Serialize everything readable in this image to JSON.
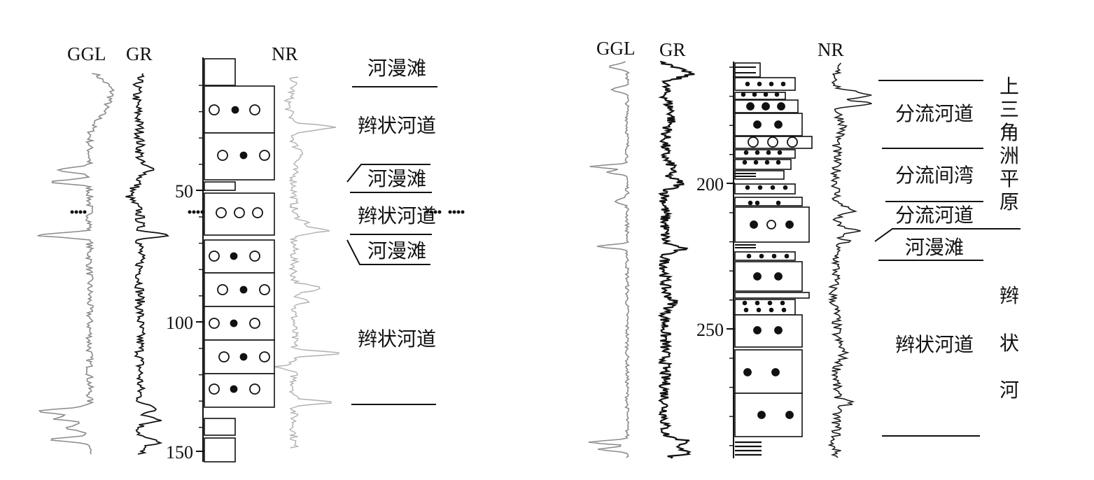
{
  "left_panel": {
    "headers": {
      "ggl": "GGL",
      "gr": "GR",
      "nr": "NR"
    },
    "depth_ticks": [
      "50",
      "100",
      "150"
    ],
    "facies": [
      {
        "label": "河漫滩"
      },
      {
        "label": "辫状河道"
      },
      {
        "label": "河漫滩"
      },
      {
        "label": "辫状河道"
      },
      {
        "label": "河漫滩"
      },
      {
        "label": "辫状河道"
      }
    ]
  },
  "right_panel": {
    "headers": {
      "ggl": "GGL",
      "gr": "GR",
      "nr": "NR"
    },
    "depth_ticks": [
      "200",
      "250"
    ],
    "facies": [
      {
        "label": "分流河道"
      },
      {
        "label": "分流间湾"
      },
      {
        "label": "分流河道"
      },
      {
        "label": "河漫滩"
      },
      {
        "label": "辫状河道"
      }
    ],
    "environments": [
      {
        "chars": [
          "上",
          "三",
          "角",
          "洲",
          "平",
          "原"
        ]
      },
      {
        "chars": [
          "辫",
          "状",
          "河"
        ]
      }
    ]
  },
  "colors": {
    "ggl_curve": "#8a8a8a",
    "gr_curve": "#111111",
    "nr_curve": "#1a1a1a",
    "left_nr_curve": "#b0b0b0"
  }
}
